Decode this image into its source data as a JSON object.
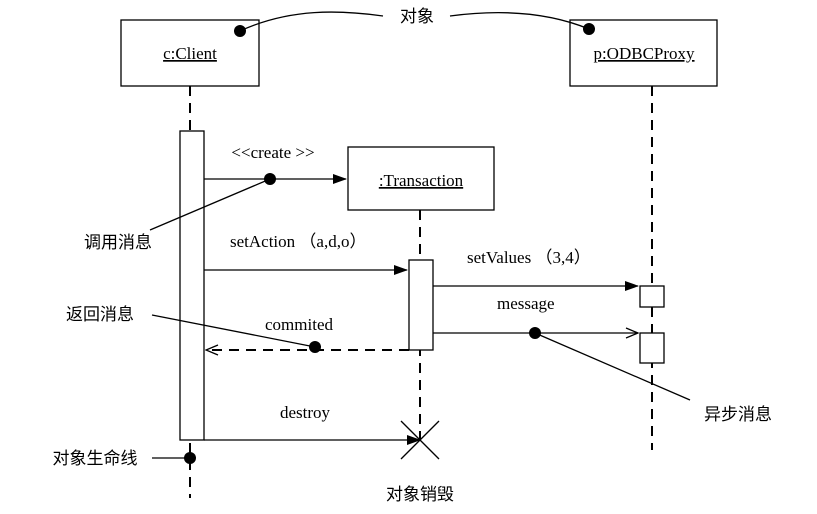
{
  "objects": {
    "client": "c:Client",
    "proxy": "p:ODBCProxy",
    "transaction": ":Transaction"
  },
  "messages": {
    "create": "<<create >>",
    "set_action": "setAction （a,d,o）",
    "set_values": "setValues （3,4）",
    "message": "message",
    "commited": "commited",
    "destroy": "destroy"
  },
  "annotations": {
    "object": "对象",
    "call_message": "调用消息",
    "return_message": "返回消息",
    "async_message": "异步消息",
    "lifeline": "对象生命线",
    "object_destroy": "对象销毁"
  }
}
